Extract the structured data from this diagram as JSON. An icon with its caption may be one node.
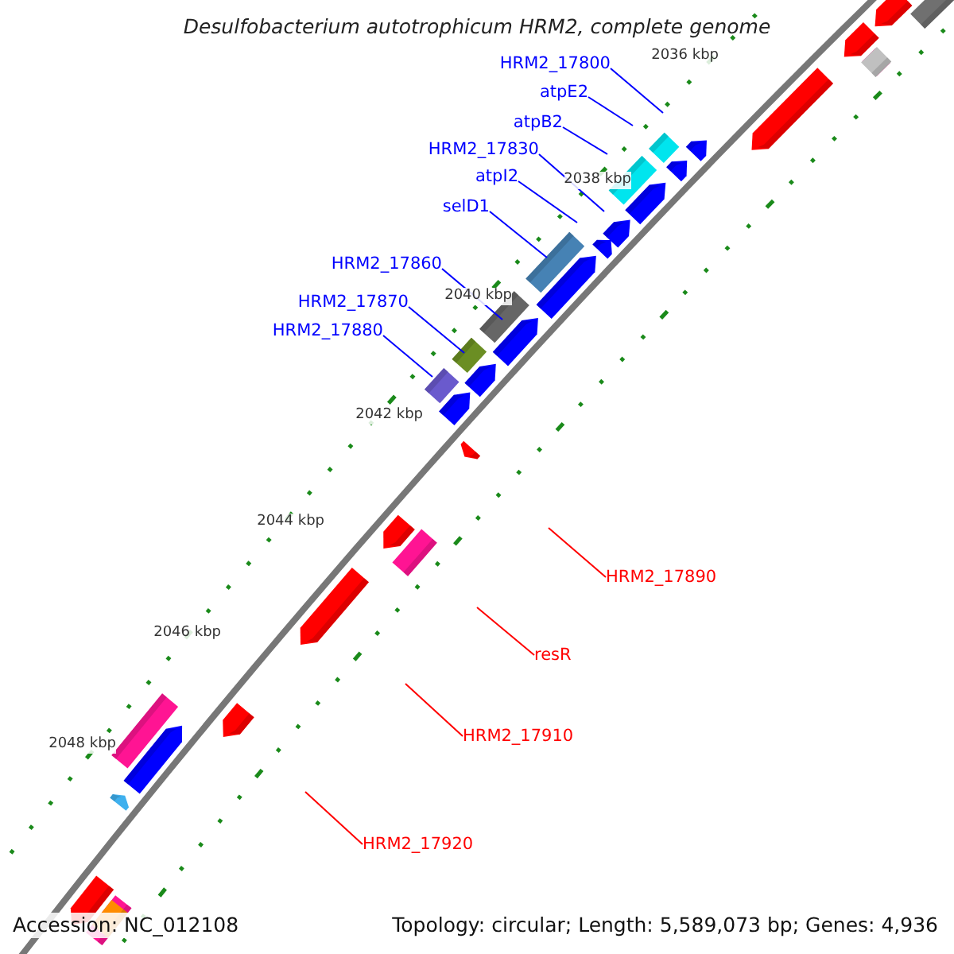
{
  "diagram": {
    "title": "Desulfobacterium autotrophicum HRM2, complete genome",
    "nodes": [
      {
        "text": [
          "HRM2_17800"
        ]
      },
      {
        "text": [
          "atpE2"
        ]
      },
      {
        "text": [
          "atpB2"
        ]
      },
      {
        "text": [
          "HRM2_17830"
        ]
      },
      {
        "text": [
          "atpI2"
        ]
      },
      {
        "text": [
          "selD1"
        ]
      },
      {
        "text": [
          "HRM2_17860"
        ]
      },
      {
        "text": [
          "HRM2_17870"
        ]
      },
      {
        "text": [
          "HRM2_17880"
        ]
      },
      {
        "text": [
          "HRM2_17890"
        ]
      },
      {
        "text": [
          "resR"
        ]
      },
      {
        "text": [
          "HRM2_17910"
        ]
      },
      {
        "text": [
          "HRM2_17920"
        ]
      }
    ],
    "edges": [
      {
        "from": 0,
        "to": null,
        "arrow": "none"
      },
      {
        "from": 1,
        "to": null,
        "arrow": "none"
      },
      {
        "from": 2,
        "to": null,
        "arrow": "none"
      },
      {
        "from": 3,
        "to": null,
        "arrow": "none"
      },
      {
        "from": 4,
        "to": null,
        "arrow": "none"
      },
      {
        "from": 5,
        "to": null,
        "arrow": "none"
      },
      {
        "from": 6,
        "to": null,
        "arrow": "none"
      },
      {
        "from": 7,
        "to": null,
        "arrow": "none"
      },
      {
        "from": 8,
        "to": null,
        "arrow": "none"
      },
      {
        "from": 9,
        "to": null,
        "arrow": "none",
        "color": "#ff0000"
      },
      {
        "from": 10,
        "to": null,
        "arrow": "none",
        "color": "#ff0000"
      },
      {
        "from": 11,
        "to": null,
        "arrow": "none",
        "color": "#ff0000"
      },
      {
        "from": 12,
        "to": null,
        "arrow": "none",
        "color": "#ff0000"
      }
    ],
    "labels": [
      "2036 kbp",
      "2038 kbp",
      "2040 kbp",
      "2042 kbp",
      "2044 kbp",
      "2046 kbp",
      "2048 kbp",
      "Accession: NC_012108",
      "Topology: circular; Length: 5,589,073 bp; Genes: 4,936"
    ]
  }
}
